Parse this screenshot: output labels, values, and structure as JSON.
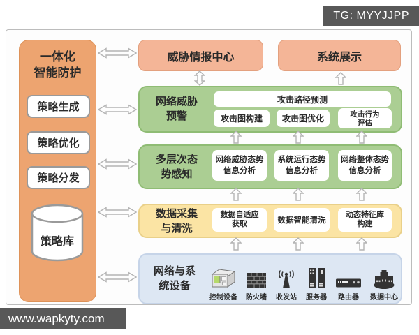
{
  "watermarks": {
    "top_right": "TG: MYYJJPP",
    "bottom_left": "www.wapkyty.com"
  },
  "sidebar": {
    "title_line1": "一体化",
    "title_line2": "智能防护",
    "items": [
      {
        "label": "策略生成"
      },
      {
        "label": "策略优化"
      },
      {
        "label": "策略分发"
      }
    ],
    "database_label": "策略库"
  },
  "top_row": {
    "threat_intel": "威胁情报中心",
    "system_display": "系统展示"
  },
  "warning_layer": {
    "title_line1": "网络威胁",
    "title_line2": "预警",
    "wide_item": "攻击路径预测",
    "items": [
      {
        "line1": "攻击图构建"
      },
      {
        "line1": "攻击图优化"
      },
      {
        "line1": "攻击行为",
        "line2": "评估"
      }
    ]
  },
  "awareness_layer": {
    "title_line1": "多层次态",
    "title_line2": "势感知",
    "items": [
      {
        "line1": "网络威胁态势",
        "line2": "信息分析"
      },
      {
        "line1": "系统运行态势",
        "line2": "信息分析"
      },
      {
        "line1": "网络整体态势",
        "line2": "信息分析"
      }
    ]
  },
  "collection_layer": {
    "title_line1": "数据采集",
    "title_line2": "与清洗",
    "items": [
      {
        "line1": "数据自适应",
        "line2": "获取"
      },
      {
        "line1": "数据智能清洗"
      },
      {
        "line1": "动态特征库",
        "line2": "构建"
      }
    ]
  },
  "device_layer": {
    "title_line1": "网络与系",
    "title_line2": "统设备",
    "devices": [
      {
        "label": "控制设备",
        "icon": "control-device-icon"
      },
      {
        "label": "防火墙",
        "icon": "firewall-icon"
      },
      {
        "label": "收发站",
        "icon": "transceiver-icon"
      },
      {
        "label": "服务器",
        "icon": "server-icon"
      },
      {
        "label": "路由器",
        "icon": "router-icon"
      },
      {
        "label": "数据中心",
        "icon": "datacenter-icon"
      }
    ]
  },
  "colors": {
    "sidebar_orange": "#EDA470",
    "top_box_peach": "#F4B597",
    "layer_green": "#ABCE93",
    "layer_yellow": "#FBE4A4",
    "layer_blue": "#DDE7F3",
    "watermark_gray": "#585858"
  }
}
